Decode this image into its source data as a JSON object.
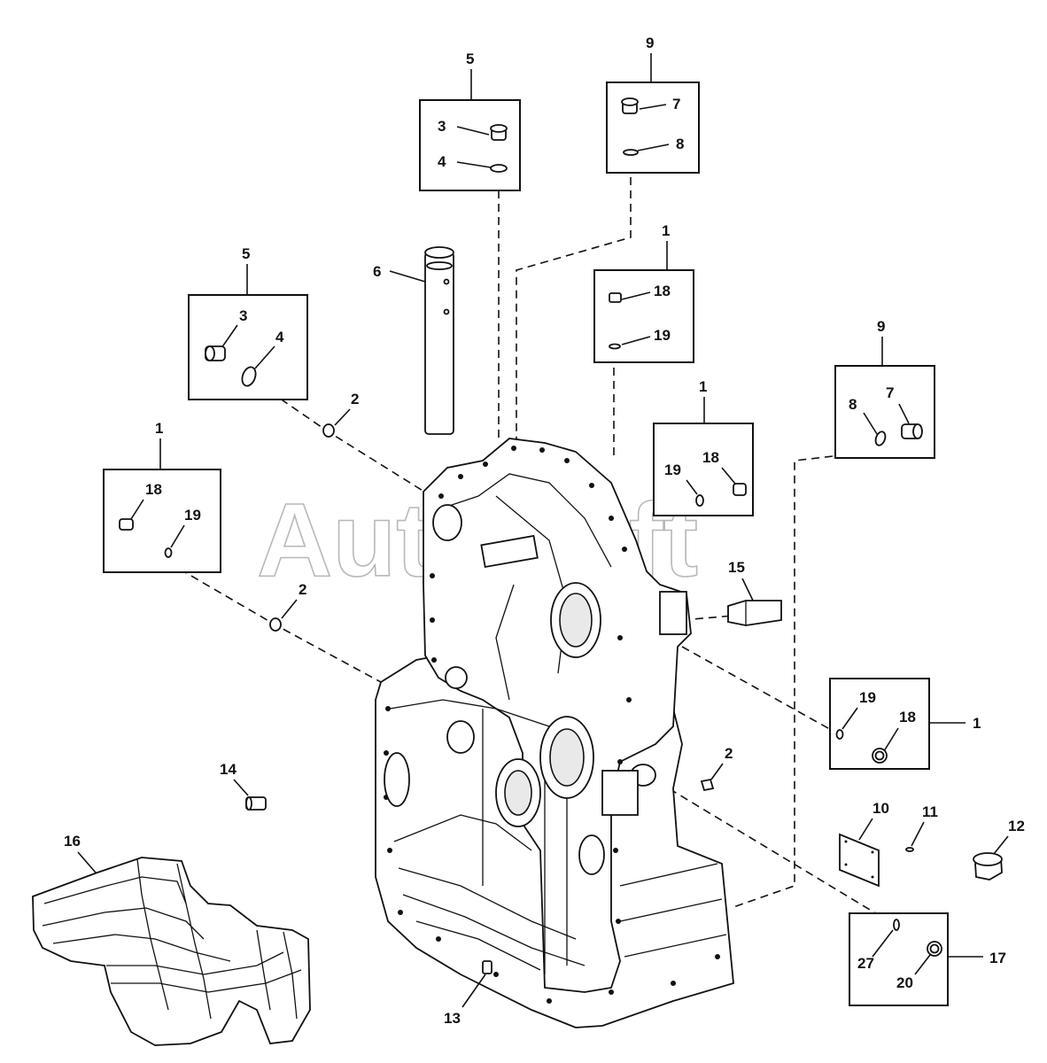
{
  "watermark": "AutoSoft",
  "callouts": {
    "box_top_left": {
      "group": "5",
      "part_a": "3",
      "part_b": "4"
    },
    "box_top_right": {
      "group": "9",
      "part_a": "7",
      "part_b": "8"
    },
    "box_mid_left": {
      "group": "5",
      "part_a": "3",
      "part_b": "4"
    },
    "box_mid_center": {
      "group": "1",
      "part_a": "18",
      "part_b": "19"
    },
    "box_right_upper": {
      "group": "9",
      "part_a": "8",
      "part_b": "7"
    },
    "box_center_right": {
      "group": "1",
      "part_a": "19",
      "part_b": "18"
    },
    "box_left": {
      "group": "1",
      "part_a": "18",
      "part_b": "19"
    },
    "box_right_lower": {
      "group": "1",
      "part_a": "19",
      "part_b": "18"
    },
    "box_bottom_right": {
      "group": "17",
      "part_a": "27",
      "part_b": "20"
    },
    "loose": {
      "tube": "6",
      "plug_upper": "2",
      "plug_lower": "2",
      "plug_right": "2",
      "bracket": "15",
      "pin": "14",
      "cover": "10",
      "pin_small": "11",
      "cap": "12",
      "guard": "16",
      "drain": "13"
    }
  }
}
